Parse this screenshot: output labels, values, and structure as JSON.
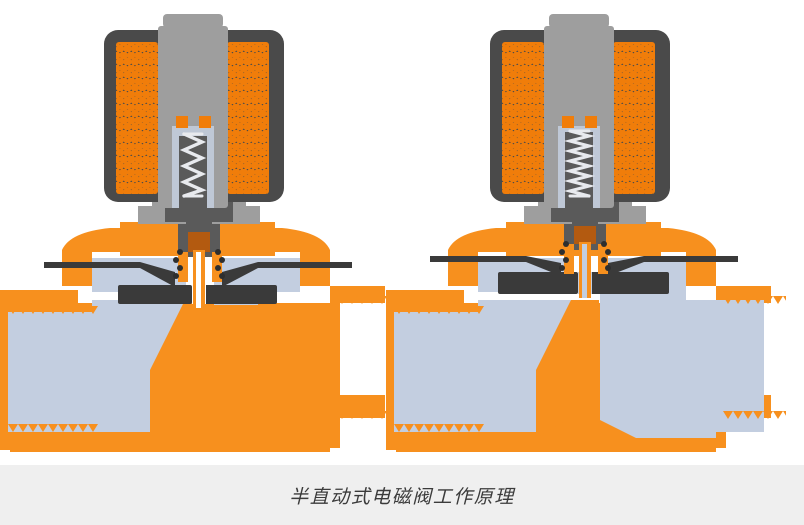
{
  "caption": {
    "text": "半直动式电磁阀工作原理"
  },
  "palette": {
    "background": "#ffffff",
    "caption_band": "#efefef",
    "caption_text": "#3b3b3b",
    "body_orange": "#F7901E",
    "coil_orange": "#F07D0A",
    "coil_housing_dark": "#4A4A4A",
    "core_gray": "#9E9E9E",
    "plunger_dark_gray": "#5A5A5A",
    "diaphragm_black": "#3A3A3A",
    "fluid_blue": "#C3CEE0",
    "light_steel": "#BFC8D6",
    "pilot_brown": "#B35A10",
    "spring_light": "#E8EAEE",
    "empty_white": "#ffffff"
  },
  "figure": {
    "title": "半直动式电磁阀工作原理",
    "type": "cross-section-technical-illustration",
    "view": "side cut-away",
    "panel_count": 2
  },
  "valves": [
    {
      "id": "valve-closed",
      "state_label": "closed",
      "coil_energized": false,
      "spring_state": "extended",
      "spring_coil_count": 9,
      "pilot_position": "seated",
      "diaphragm_position": "down-seated",
      "inlet_side": "left",
      "inlet_filled": true,
      "outlet_side": "right",
      "outlet_filled": false,
      "port_threads_per_side": 9
    },
    {
      "id": "valve-open",
      "state_label": "open",
      "coil_energized": true,
      "spring_state": "compressed",
      "spring_coil_count": 9,
      "pilot_position": "lifted",
      "diaphragm_position": "raised-flat",
      "inlet_side": "left",
      "inlet_filled": true,
      "outlet_side": "right",
      "outlet_filled": true,
      "port_threads_per_side": 9
    }
  ],
  "components": {
    "top_cap": "solenoid-top-cap",
    "coil_housing": "coil-housing",
    "coil_winding": "copper-coil-winding",
    "core_tube": "core-tube",
    "plunger": "plunger",
    "return_spring": "return-spring",
    "bonnet": "bonnet",
    "pilot_orifice": "pilot-orifice",
    "diaphragm": "diaphragm",
    "valve_body": "valve-body",
    "inlet_port": "inlet-port",
    "outlet_port": "outlet-port",
    "fluid": "fluid-medium"
  }
}
